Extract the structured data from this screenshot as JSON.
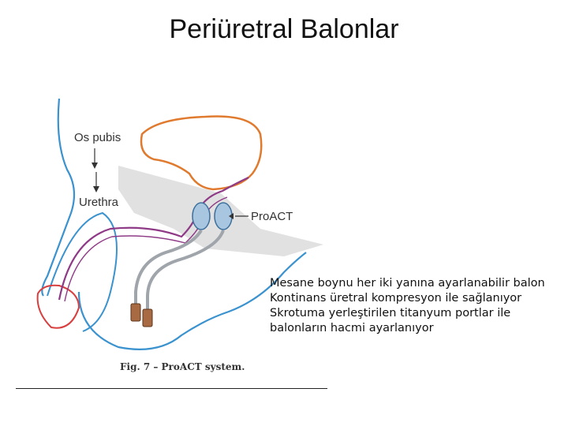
{
  "title": "Periüretral Balonlar",
  "figure": {
    "labels": {
      "os_pubis": "Os pubis",
      "urethra": "Urethra",
      "proact": "ProACT"
    },
    "caption": "Fig. 7 – ProACT system.",
    "colors": {
      "bone": "#e07a2e",
      "skin": "#3a92cf",
      "urethra": "#8e3a86",
      "glans": "#d84040",
      "balloon": "#a9c6e0",
      "port": "#a86a42",
      "prostate_shadow": "#d9d9d9"
    }
  },
  "notes": [
    "Mesane boynu her iki yanına ayarlanabilir balon",
    "Kontinans üretral kompresyon ile sağlanıyor",
    "Skrotuma yerleştirilen titanyum portlar ile",
    "balonların hacmi ayarlanıyor"
  ]
}
